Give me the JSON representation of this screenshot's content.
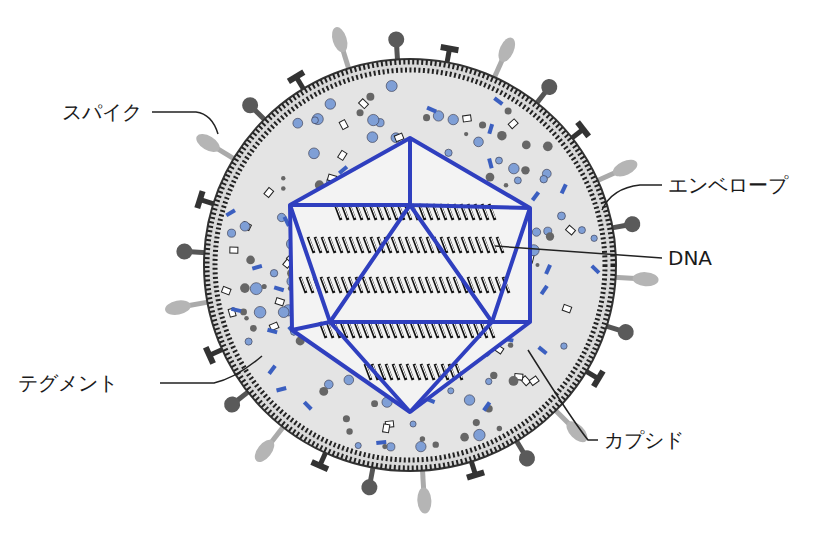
{
  "diagram": {
    "labels": [
      "スパイク",
      "エンベロープ",
      "DNA",
      "テグメント",
      "カプシド"
    ]
  }
}
